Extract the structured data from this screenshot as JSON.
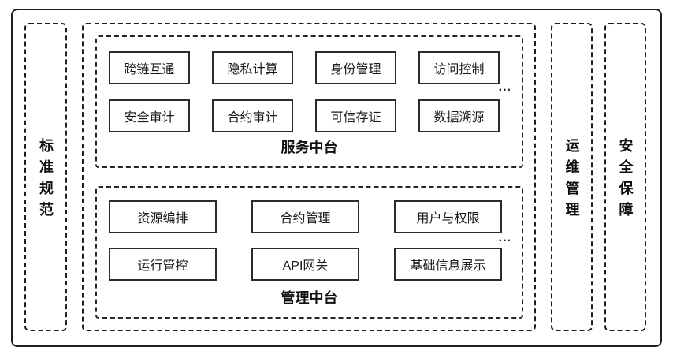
{
  "diagram": {
    "colors": {
      "line": "#1f1f1f",
      "box_border": "#2b2b2b",
      "background": "#ffffff",
      "text": "#1a1a1a"
    },
    "left_pillar": {
      "label": "标准规范"
    },
    "right_pillars": [
      {
        "label": "运维管理"
      },
      {
        "label": "安全保障"
      }
    ],
    "sections": [
      {
        "title": "服务中台",
        "ellipsis": "...",
        "boxes": [
          "跨链互通",
          "隐私计算",
          "身份管理",
          "访问控制",
          "安全审计",
          "合约审计",
          "可信存证",
          "数据溯源"
        ]
      },
      {
        "title": "管理中台",
        "ellipsis": "...",
        "boxes": [
          "资源编排",
          "合约管理",
          "用户与权限",
          "运行管控",
          "API网关",
          "基础信息展示"
        ]
      }
    ]
  }
}
